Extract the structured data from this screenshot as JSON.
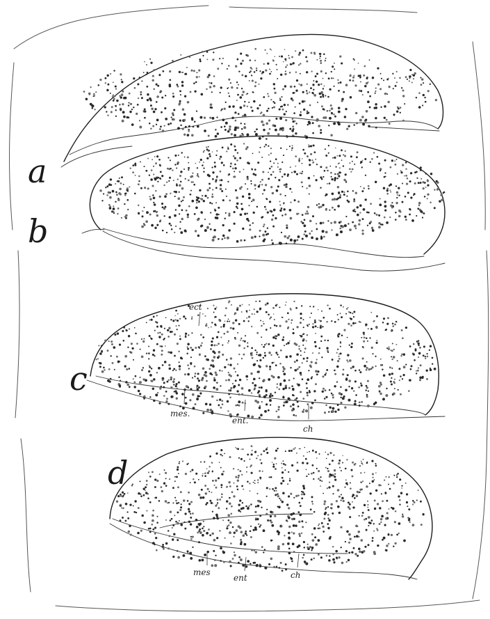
{
  "figure": {
    "panels": [
      {
        "letter": "a",
        "labels": []
      },
      {
        "letter": "b",
        "labels": []
      },
      {
        "letter": "c",
        "labels": [
          "ect",
          "mes.",
          "ent.",
          "ch"
        ]
      },
      {
        "letter": "d",
        "labels": [
          "mes",
          "ent",
          "ch"
        ]
      }
    ]
  },
  "colors": {
    "ink": "#1c1c1c",
    "paper": "#ffffff"
  }
}
